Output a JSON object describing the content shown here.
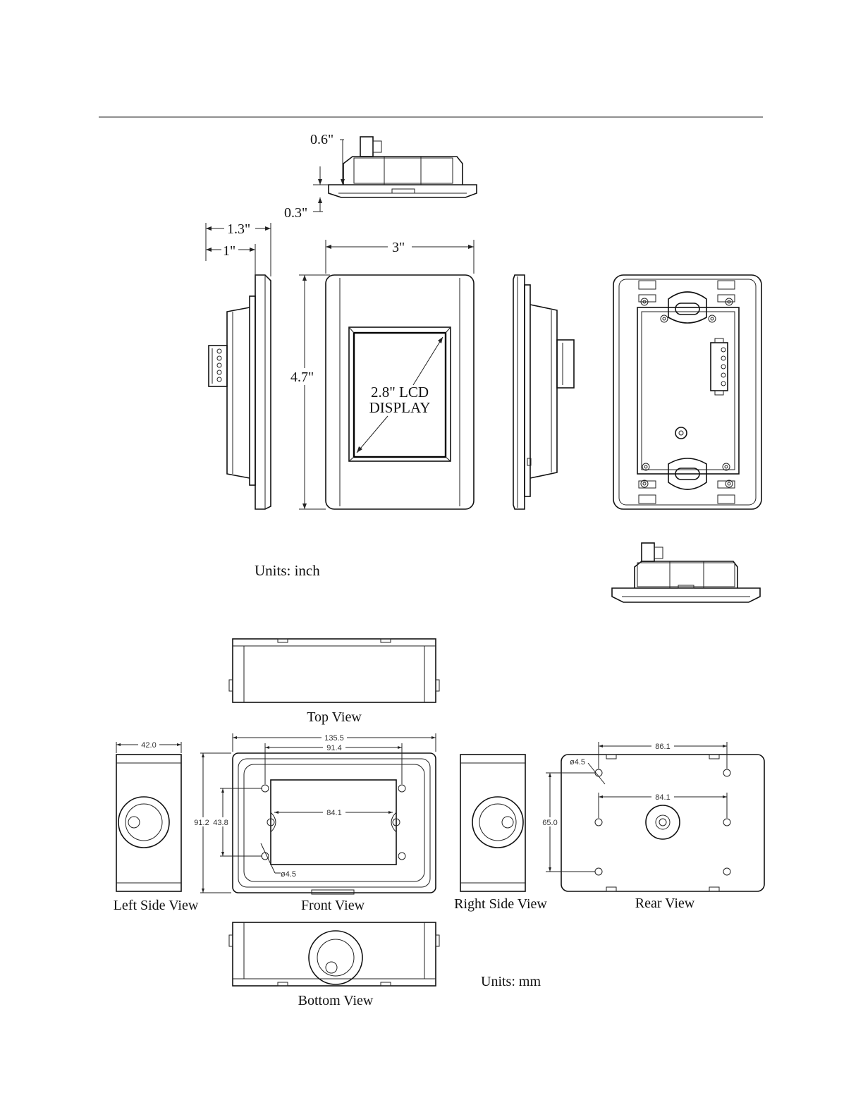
{
  "inch_drawing": {
    "dims": {
      "depth_total": "0.6\"",
      "plate_thickness": "0.3\"",
      "side_depth_total": "1.3\"",
      "side_depth_body": "1\"",
      "width": "3\"",
      "height": "4.7\""
    },
    "lcd_label_line1": "2.8\" LCD",
    "lcd_label_line2": "DISPLAY",
    "units_label": "Units: inch"
  },
  "mm_drawing": {
    "view_labels": {
      "top": "Top View",
      "left": "Left Side View",
      "front": "Front View",
      "right": "Right Side View",
      "rear": "Rear View",
      "bottom": "Bottom View"
    },
    "dims": {
      "left_depth": "42.0",
      "front_width": "135.5",
      "front_hole_span": "91.4",
      "front_height": "91.2",
      "front_inner_height": "43.8",
      "front_inner_width": "84.1",
      "front_hole_dia": "ø4.5",
      "rear_hole_span_top": "86.1",
      "rear_hole_span_mid": "84.1",
      "rear_height": "65.0",
      "rear_hole_dia": "ø4.5"
    },
    "units_label": "Units: mm"
  },
  "colors": {
    "line": "#222222",
    "background": "#ffffff"
  }
}
